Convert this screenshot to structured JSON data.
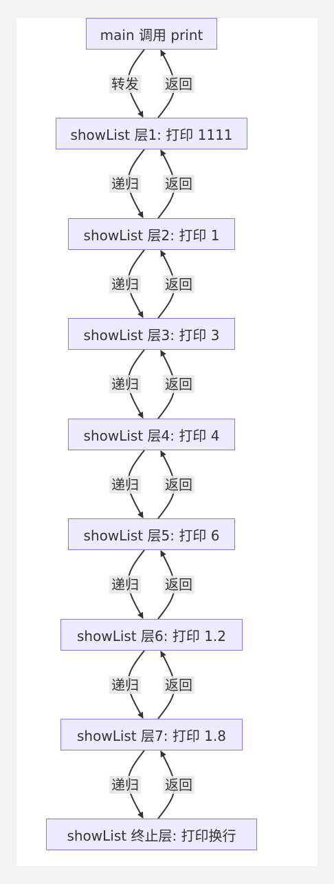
{
  "nodes": [
    {
      "id": "main",
      "label": "main 调用 print"
    },
    {
      "id": "l1",
      "label": "showList 层1: 打印 1111"
    },
    {
      "id": "l2",
      "label": "showList 层2: 打印 1"
    },
    {
      "id": "l3",
      "label": "showList 层3: 打印 3"
    },
    {
      "id": "l4",
      "label": "showList 层4: 打印 4"
    },
    {
      "id": "l5",
      "label": "showList 层5: 打印 6"
    },
    {
      "id": "l6",
      "label": "showList 层6: 打印 1.2"
    },
    {
      "id": "l7",
      "label": "showList 层7: 打印 1.8"
    },
    {
      "id": "end",
      "label": "showList 终止层: 打印换行"
    }
  ],
  "edges": [
    {
      "from": "main",
      "to": "l1",
      "down_label": "转发",
      "up_label": "返回"
    },
    {
      "from": "l1",
      "to": "l2",
      "down_label": "递归",
      "up_label": "返回"
    },
    {
      "from": "l2",
      "to": "l3",
      "down_label": "递归",
      "up_label": "返回"
    },
    {
      "from": "l3",
      "to": "l4",
      "down_label": "递归",
      "up_label": "返回"
    },
    {
      "from": "l4",
      "to": "l5",
      "down_label": "递归",
      "up_label": "返回"
    },
    {
      "from": "l5",
      "to": "l6",
      "down_label": "递归",
      "up_label": "返回"
    },
    {
      "from": "l6",
      "to": "l7",
      "down_label": "递归",
      "up_label": "返回"
    },
    {
      "from": "l7",
      "to": "end",
      "down_label": "递归",
      "up_label": "返回"
    }
  ],
  "colors": {
    "node_fill": "#ececff",
    "node_border": "#9370db",
    "edge": "#333333",
    "label_bg": "#e8e8e8"
  }
}
